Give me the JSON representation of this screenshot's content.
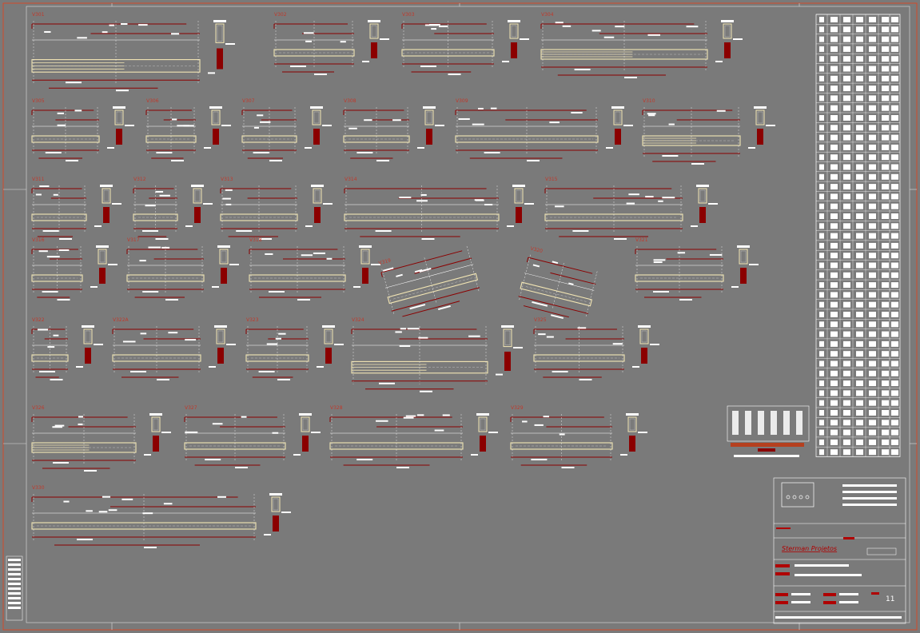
{
  "sheet": {
    "background": "#7a7a7a",
    "border_color": "#d24a2a",
    "beam_fill": "#f3e6b4",
    "rebar_color": "#8b0000",
    "dim_color": "#ffffff",
    "accent_red": "#b00000"
  },
  "beams": [
    {
      "label": "V301"
    },
    {
      "label": "V302"
    },
    {
      "label": "V303"
    },
    {
      "label": "V304"
    },
    {
      "label": "V305"
    },
    {
      "label": "V306"
    },
    {
      "label": "V307"
    },
    {
      "label": "V308"
    },
    {
      "label": "V309"
    },
    {
      "label": "V310"
    },
    {
      "label": "V311"
    },
    {
      "label": "V312"
    },
    {
      "label": "V313"
    },
    {
      "label": "V314"
    },
    {
      "label": "V315"
    },
    {
      "label": "V316"
    },
    {
      "label": "V317"
    },
    {
      "label": "V318"
    },
    {
      "label": "V319"
    },
    {
      "label": "V320"
    },
    {
      "label": "V321"
    },
    {
      "label": "V322"
    },
    {
      "label": "V322A"
    },
    {
      "label": "V323"
    },
    {
      "label": "V324"
    },
    {
      "label": "V325"
    },
    {
      "label": "V326"
    },
    {
      "label": "V327"
    },
    {
      "label": "V328"
    },
    {
      "label": "V329"
    },
    {
      "label": "V330"
    }
  ],
  "title_block": {
    "firm_name": "Sterman Projetos",
    "sheet_number": "11"
  },
  "rebar_table": {
    "row_count": 45,
    "column_count": 7
  }
}
